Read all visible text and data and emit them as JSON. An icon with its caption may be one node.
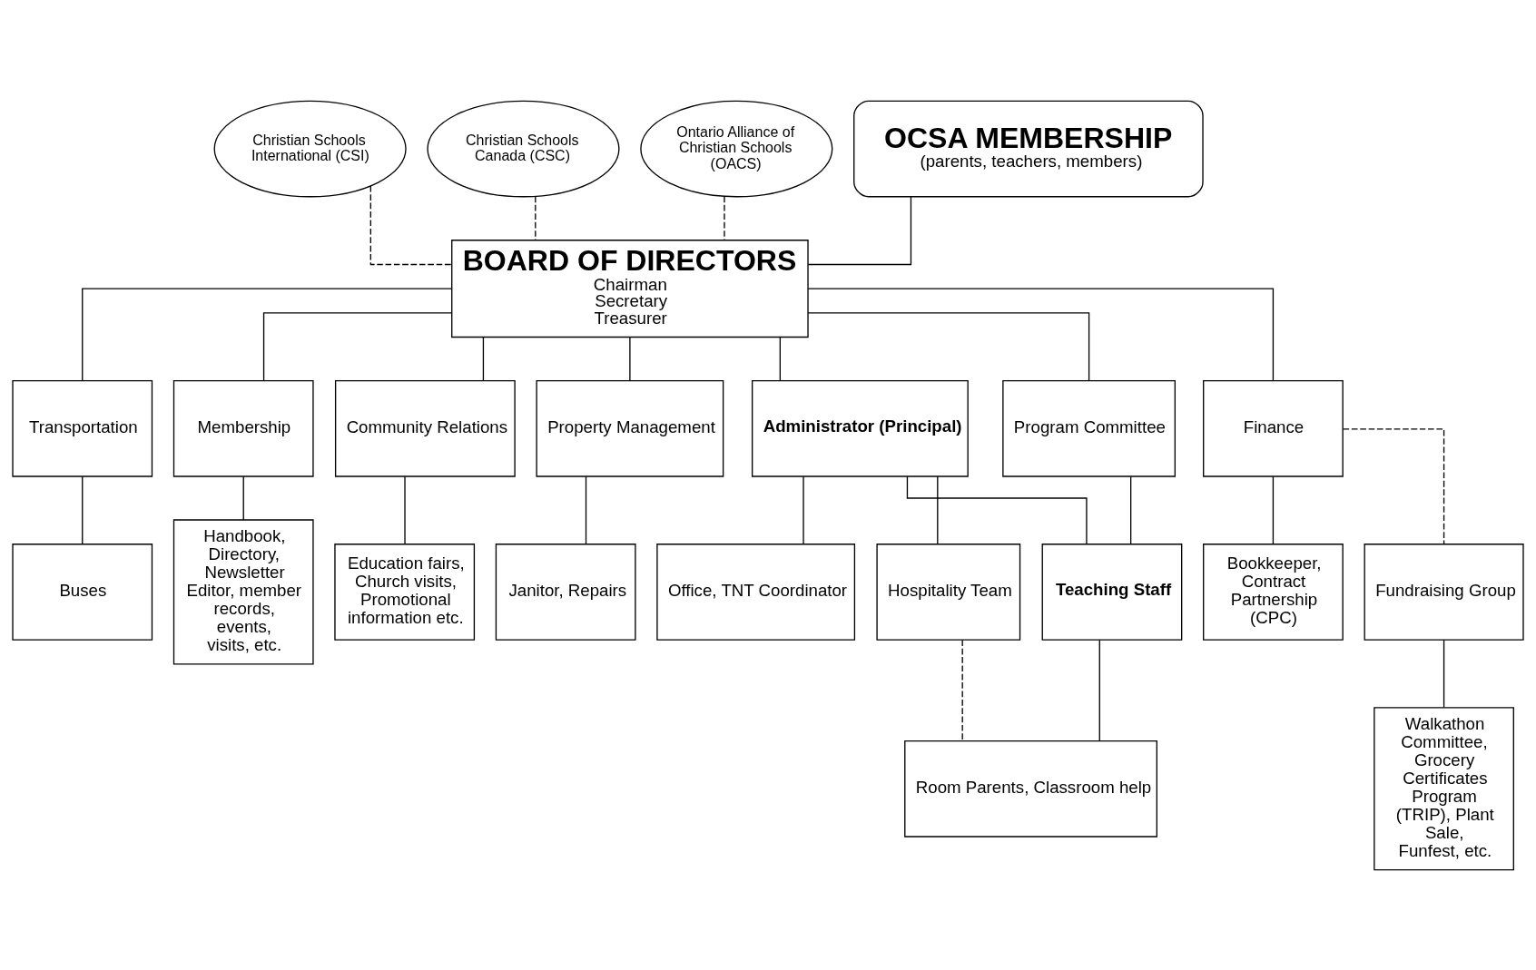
{
  "diagram": {
    "nodes": [
      {
        "text": [
          "Christian Schools International (CSI)"
        ]
      },
      {
        "text": [
          "Christian Schools Canada (CSC)"
        ]
      },
      {
        "text": [
          "Ontario Alliance of Christian Schools (OACS)"
        ]
      },
      {
        "text": [
          "OCSA MEMBERSHIP",
          "(parents, teachers, members)"
        ]
      },
      {
        "text": [
          "BOARD OF DIRECTORS",
          "Chairman",
          "Secretary",
          "Treasurer"
        ]
      },
      {
        "text": [
          "Transportation"
        ]
      },
      {
        "text": [
          "Membership"
        ]
      },
      {
        "text": [
          "Community Relations"
        ]
      },
      {
        "text": [
          "Property Management"
        ]
      },
      {
        "text": [
          "Administrator (Principal)"
        ]
      },
      {
        "text": [
          "Program Committee"
        ]
      },
      {
        "text": [
          "Finance"
        ]
      },
      {
        "text": [
          "Buses"
        ]
      },
      {
        "text": [
          "Handbook, Directory, Newsletter Editor, member records, events, visits, etc."
        ]
      },
      {
        "text": [
          "Education fairs, Church visits, Promotional information etc."
        ]
      },
      {
        "text": [
          "Janitor, Repairs"
        ]
      },
      {
        "text": [
          "Office, TNT Coordinator"
        ]
      },
      {
        "text": [
          "Teaching Staff"
        ]
      },
      {
        "text": [
          "Bookkeeper, Contract Partnership (CPC)"
        ]
      },
      {
        "text": [
          "Fundraising Group"
        ]
      },
      {
        "text": [
          "Hospitality Team"
        ]
      },
      {
        "text": [
          "Room Parents, Classroom help"
        ]
      },
      {
        "text": [
          "Walkathon Committee, Grocery Certificates Program (TRIP), Plant Sale, Funfest, etc."
        ]
      }
    ],
    "edges": [
      {
        "from": 3,
        "to": 4,
        "arrow": "none"
      },
      {
        "from": 0,
        "to": 4,
        "arrow": "none",
        "style": "dashed"
      },
      {
        "from": 1,
        "to": 4,
        "arrow": "none",
        "style": "dashed"
      },
      {
        "from": 2,
        "to": 4,
        "arrow": "none",
        "style": "dashed"
      },
      {
        "from": 4,
        "to": 5,
        "arrow": "none"
      },
      {
        "from": 4,
        "to": 6,
        "arrow": "none"
      },
      {
        "from": 4,
        "to": 7,
        "arrow": "none"
      },
      {
        "from": 4,
        "to": 8,
        "arrow": "none"
      },
      {
        "from": 4,
        "to": 9,
        "arrow": "none"
      },
      {
        "from": 4,
        "to": 10,
        "arrow": "none"
      },
      {
        "from": 4,
        "to": 11,
        "arrow": "none"
      },
      {
        "from": 5,
        "to": 12,
        "arrow": "none"
      },
      {
        "from": 6,
        "to": 13,
        "arrow": "none"
      },
      {
        "from": 7,
        "to": 14,
        "arrow": "none"
      },
      {
        "from": 8,
        "to": 15,
        "arrow": "none"
      },
      {
        "from": 9,
        "to": 20,
        "arrow": "none"
      },
      {
        "from": 9,
        "to": 16,
        "arrow": "none"
      },
      {
        "from": 9,
        "to": 17,
        "arrow": "none"
      },
      {
        "from": 10,
        "to": 17,
        "arrow": "none"
      },
      {
        "from": 11,
        "to": 18,
        "arrow": "none"
      },
      {
        "from": 11,
        "to": 19,
        "arrow": "none",
        "style": "dashed"
      },
      {
        "from": 17,
        "to": 21,
        "arrow": "none"
      },
      {
        "from": 20,
        "to": 21,
        "arrow": "none",
        "style": "dashed"
      },
      {
        "from": 19,
        "to": 22,
        "arrow": "none"
      }
    ]
  }
}
